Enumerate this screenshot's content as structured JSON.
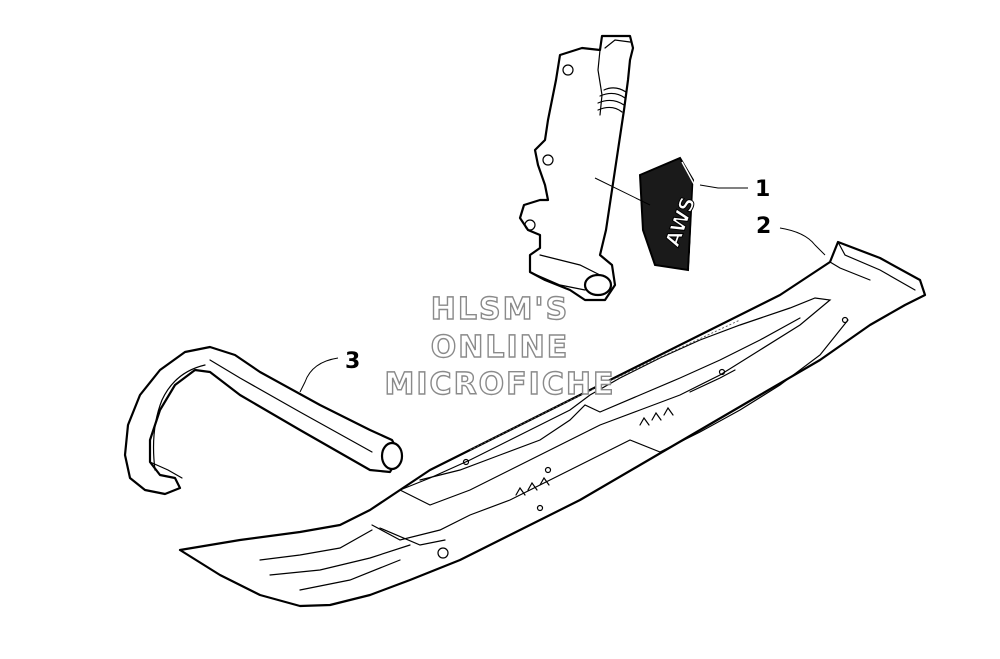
{
  "callouts": [
    {
      "number": "1",
      "part": "decal"
    },
    {
      "number": "2",
      "part": "ski"
    },
    {
      "number": "3",
      "part": "ski-handle"
    }
  ],
  "decal": {
    "text": "AWS"
  },
  "watermark": {
    "line1": "HLSM'S",
    "line2": "ONLINE",
    "line3": "MICROFICHE"
  },
  "colors": {
    "line": "#000000",
    "decal_fill": "#1a1a1a",
    "watermark_outline": "#8a8a8a"
  }
}
